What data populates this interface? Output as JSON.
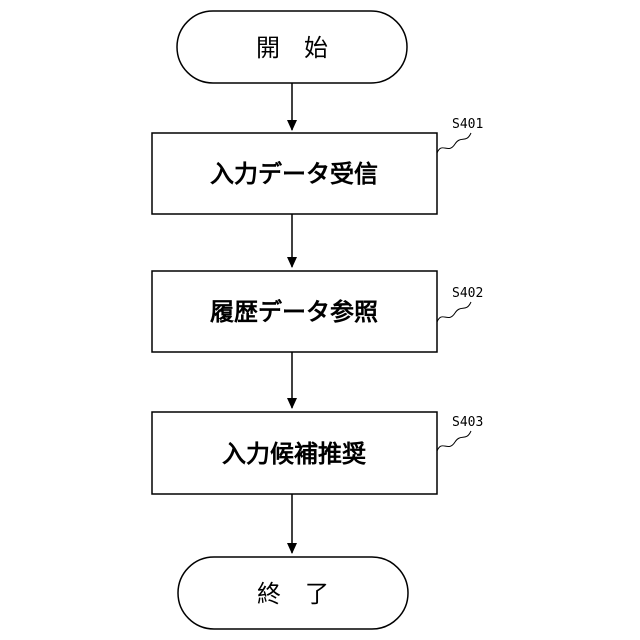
{
  "flowchart": {
    "start": {
      "label": "開　始"
    },
    "steps": [
      {
        "id": "S401",
        "label": "入力データ受信"
      },
      {
        "id": "S402",
        "label": "履歴データ参照"
      },
      {
        "id": "S403",
        "label": "入力候補推奨"
      }
    ],
    "end": {
      "label": "終　了"
    }
  }
}
